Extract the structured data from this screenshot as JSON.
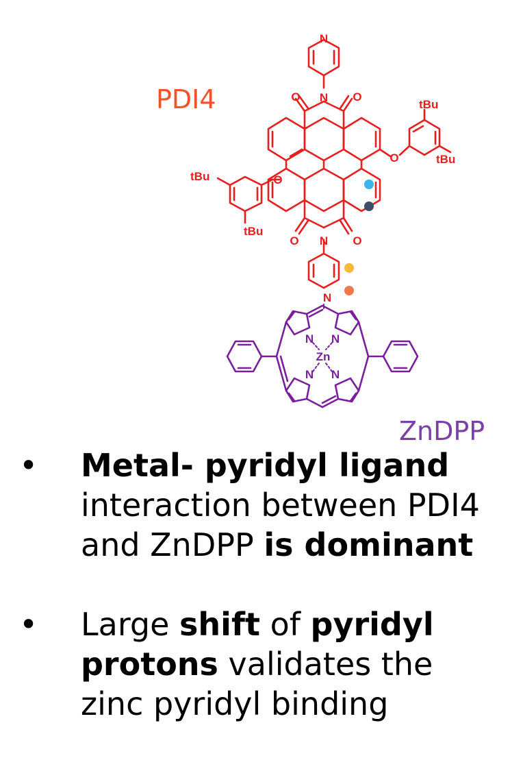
{
  "labels": {
    "pdi": "PDI4",
    "zndpp": "ZnDPP"
  },
  "atoms": {
    "n": "N",
    "o": "O",
    "zn": "Zn",
    "tbu": "tBu"
  },
  "colors": {
    "pdi": "#e81e1e",
    "pdi_label": "#f0522a",
    "porphyrin": "#7a1f9c",
    "zndpp_label": "#7a3fa8",
    "dot_light_blue": "#3bb4ea",
    "dot_dark_blue": "#3c4e6b",
    "dot_yellow": "#f6b93b",
    "dot_orange": "#f2784b"
  },
  "bullets": [
    {
      "marker": "•",
      "lines": [
        [
          {
            "text": "Metal- pyridyl ligand",
            "bold": true
          }
        ],
        [
          {
            "text": "interaction between PDI4",
            "bold": false
          }
        ],
        [
          {
            "text": "and ZnDPP ",
            "bold": false
          },
          {
            "text": "is dominant",
            "bold": true
          }
        ]
      ]
    },
    {
      "marker": "•",
      "lines": [
        [
          {
            "text": "Large ",
            "bold": false
          },
          {
            "text": "shift",
            "bold": true
          },
          {
            "text": " of ",
            "bold": false
          },
          {
            "text": "pyridyl",
            "bold": true
          }
        ],
        [
          {
            "text": "protons",
            "bold": true
          },
          {
            "text": " validates the",
            "bold": false
          }
        ],
        [
          {
            "text": "zinc pyridyl binding",
            "bold": false
          }
        ]
      ]
    }
  ]
}
